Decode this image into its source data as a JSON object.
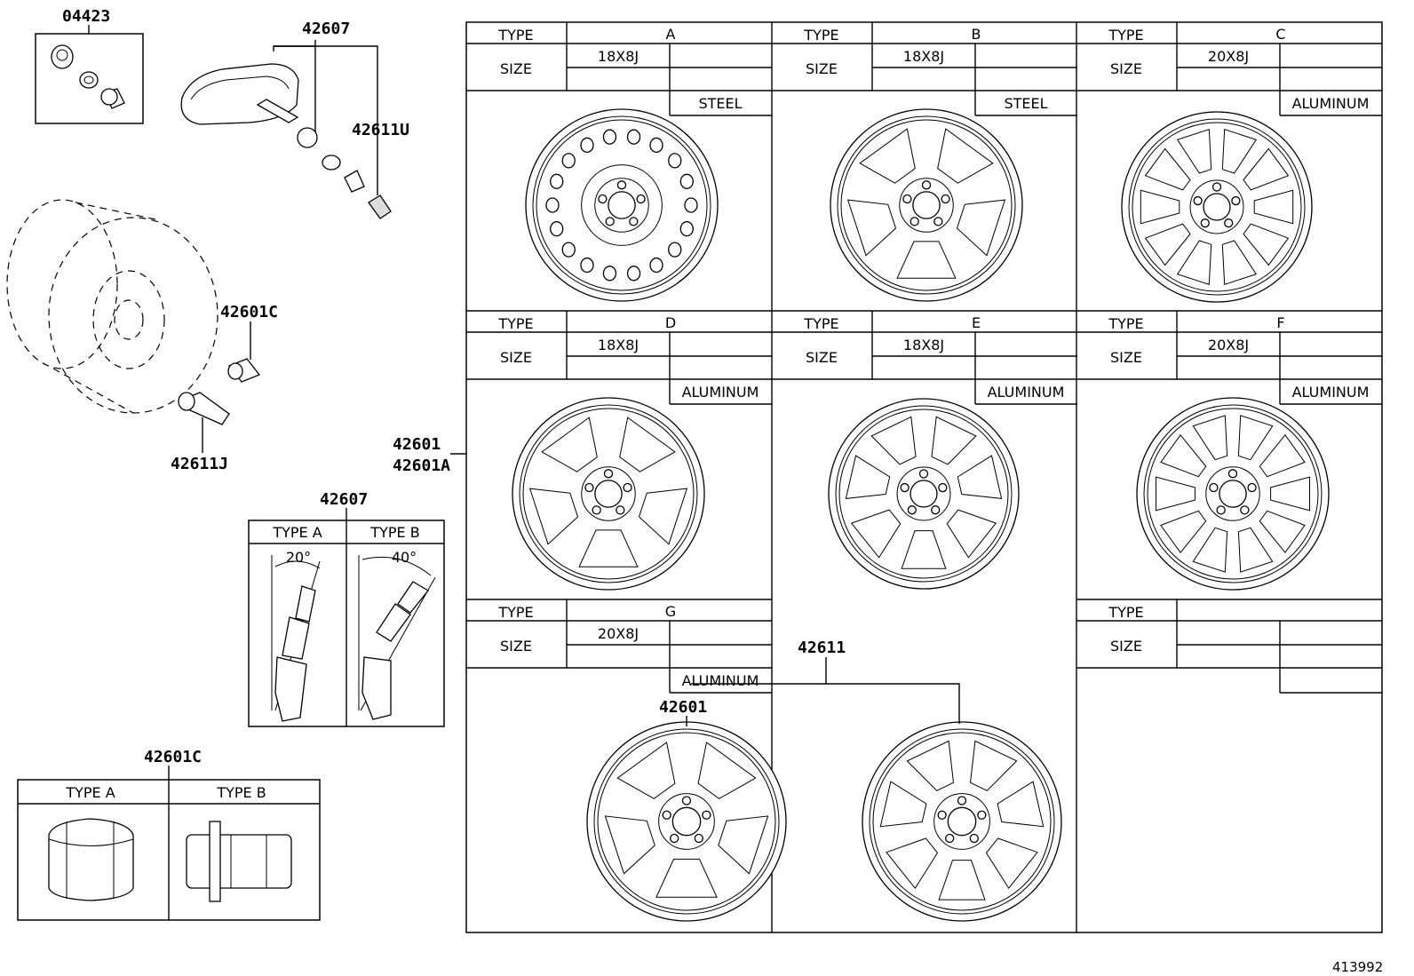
{
  "parts": {
    "p04423": "04423",
    "p42607_top": "42607",
    "p42611U": "42611U",
    "p42601C_side": "42601C",
    "p42611J": "42611J",
    "p42601": "42601",
    "p42601A": "42601A",
    "p42607_box": "42607",
    "p42601C_box": "42601C",
    "p42611_bottom": "42611",
    "p42601_bottom": "42601"
  },
  "valve_box": {
    "type_a": "TYPE A",
    "type_b": "TYPE B",
    "angle_a": "20°",
    "angle_b": "40°"
  },
  "nut_box": {
    "type_a": "TYPE A",
    "type_b": "TYPE B"
  },
  "table": {
    "type_label": "TYPE",
    "size_label": "SIZE",
    "wheels": [
      {
        "type": "A",
        "size": "18X8J",
        "material": "STEEL"
      },
      {
        "type": "B",
        "size": "18X8J",
        "material": "STEEL"
      },
      {
        "type": "C",
        "size": "20X8J",
        "material": "ALUMINUM"
      },
      {
        "type": "D",
        "size": "18X8J",
        "material": "ALUMINUM"
      },
      {
        "type": "E",
        "size": "18X8J",
        "material": "ALUMINUM"
      },
      {
        "type": "F",
        "size": "20X8J",
        "material": "ALUMINUM"
      },
      {
        "type": "G",
        "size": "20X8J",
        "material": "ALUMINUM"
      }
    ],
    "blank_type_label": "TYPE",
    "blank_size_label": "SIZE"
  },
  "figure_number": "413992"
}
